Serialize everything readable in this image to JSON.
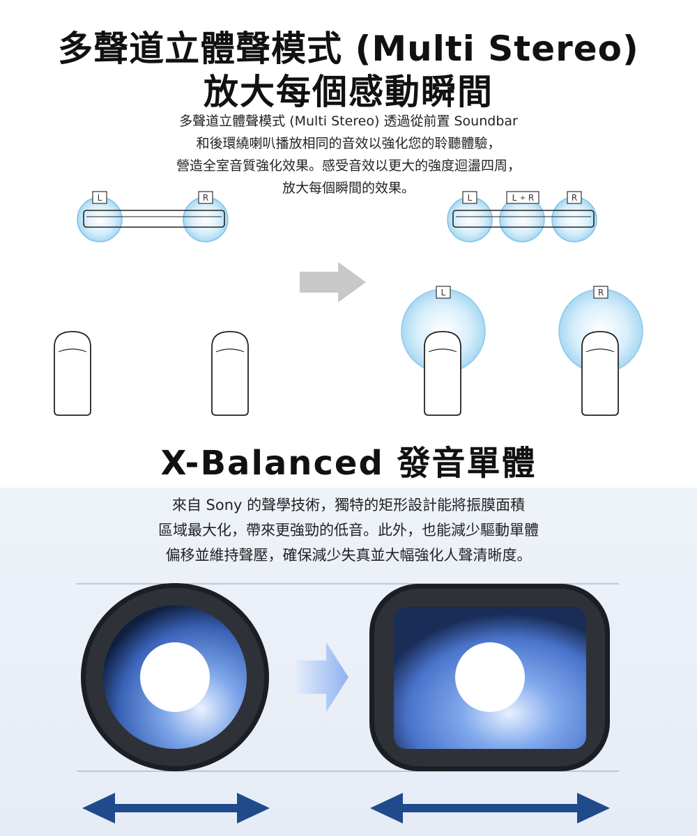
{
  "section1": {
    "title_line1": "多聲道立體聲模式 (Multi Stereo)",
    "title_line2": "放大每個感動瞬間",
    "description": [
      "多聲道立體聲模式 (Multi Stereo) 透過從前置 Soundbar",
      "和後環繞喇叭播放相同的音效以強化您的聆聽體驗，",
      "營造全室音質強化效果。感受音效以更大的強度迴盪四周，",
      "放大每個瞬間的效果。"
    ],
    "labels": {
      "left": "L",
      "right": "R",
      "left_plus_right_l": "L",
      "left_plus_right_plus": "+",
      "left_plus_right_r": "R"
    }
  },
  "section2": {
    "title": "X-Balanced 發音單體",
    "description": [
      "來自 Sony 的聲學技術，獨特的矩形設計能將振膜面積",
      "區域最大化，帶來更強勁的低音。此外，也能減少驅動單體",
      "偏移並維持聲壓，確保減少失真並大幅強化人聲清晰度。"
    ]
  },
  "colors": {
    "glow": "#bfe3f7",
    "glow_edge": "#8cc8ec",
    "arrow_grey": "#c8c8c8",
    "driver_blue": "#4a78d0",
    "driver_surround": "#262a30",
    "arrow_navy": "#1f4a8c"
  }
}
